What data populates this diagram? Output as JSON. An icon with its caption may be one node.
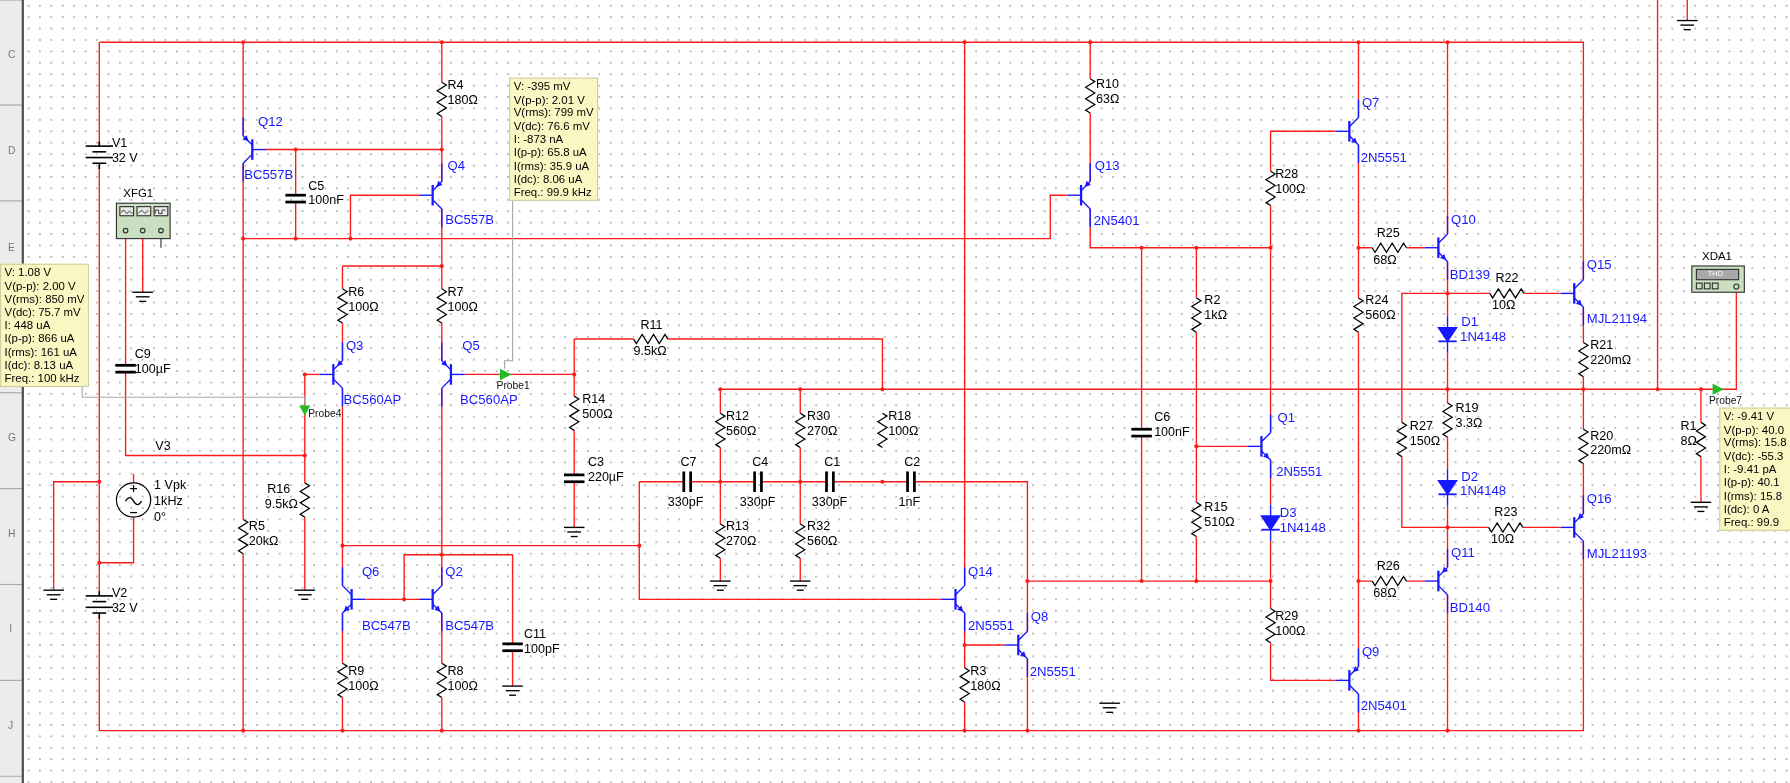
{
  "diagram": {
    "nodes": [
      {
        "text": [
          "V: 1.08 V",
          "V(p-p): 2.00 V",
          "V(rms): 850 mV",
          "V(dc): 75.7 mV",
          "I: 448 uA",
          "I(p-p): 866 uA",
          "I(rms): 161 uA",
          "I(dc): 8.13 uA",
          "Freq.: 100 kHz"
        ]
      },
      {
        "text": [
          "Probe4"
        ]
      },
      {
        "text": [
          "V: -395 mV",
          "V(p-p): 2.01 V",
          "V(rms): 799 mV",
          "V(dc): 76.6 mV",
          "I: -873 nA",
          "I(p-p): 65.8 uA",
          "I(rms): 35.9 uA",
          "I(dc): 8.06 uA",
          "Freq.: 99.9 kHz"
        ]
      },
      {
        "text": [
          "Probe1"
        ]
      },
      {
        "text": [
          "Probe7"
        ]
      },
      {
        "text": [
          "V: -9.41 V",
          "V(p-p): 40.0",
          "V(rms): 15.8",
          "V(dc): -55.3",
          "I: -9.41 pA",
          "I(p-p): 40.1",
          "I(rms): 15.8",
          "I(dc): 0 A",
          "Freq.: 99.9"
        ]
      }
    ],
    "edges": [
      {
        "from": 0,
        "to": 1,
        "arrow": "none"
      },
      {
        "from": 2,
        "to": 3,
        "arrow": "none"
      }
    ],
    "labels": [
      "C",
      "D",
      "E",
      "G",
      "H",
      "I",
      "J",
      "XFG1",
      "V1",
      "32 V",
      "C9",
      "100µF",
      "V3",
      "1 Vpk",
      "1kHz",
      "0°",
      "V2",
      "32 V",
      "Q12",
      "BC557B",
      "C5",
      "100nF",
      "R4",
      "180Ω",
      "Q4",
      "BC557B",
      "R6",
      "100Ω",
      "R7",
      "100Ω",
      "Q3",
      "BC560AP",
      "Q5",
      "BC560AP",
      "R16",
      "9.5kΩ",
      "R5",
      "20kΩ",
      "Q6",
      "BC547B",
      "Q2",
      "BC547B",
      "C11",
      "100pF",
      "R9",
      "100Ω",
      "R8",
      "100Ω",
      "R11",
      "9.5kΩ",
      "R14",
      "500Ω",
      "C3",
      "220µF",
      "R12",
      "560Ω",
      "R30",
      "270Ω",
      "R18",
      "100Ω",
      "C7",
      "C4",
      "C1",
      "C2",
      "330pF",
      "330pF",
      "330pF",
      "1nF",
      "R13",
      "270Ω",
      "R32",
      "560Ω",
      "Q14",
      "2N5551",
      "Q8",
      "2N5551",
      "R3",
      "180Ω",
      "R10",
      "63Ω",
      "Q13",
      "2N5401",
      "C6",
      "100nF",
      "R2",
      "1kΩ",
      "R15",
      "510Ω",
      "R28",
      "100Ω",
      "Q1",
      "2N5551",
      "D3",
      "1N4148",
      "R29",
      "100Ω",
      "Q7",
      "2N5551",
      "R25",
      "68Ω",
      "Q10",
      "BD139",
      "R22",
      "10Ω",
      "R24",
      "560Ω",
      "Q15",
      "MJL21194",
      "D1",
      "1N4148",
      "R21",
      "220mΩ",
      "R19",
      "3.3Ω",
      "R27",
      "150Ω",
      "R20",
      "220mΩ",
      "R1",
      "8Ω",
      "D2",
      "1N4148",
      "R23",
      "10Ω",
      "Q16",
      "MJL21193",
      "R26",
      "68Ω",
      "Q11",
      "BD140",
      "Q9",
      "2N5401",
      "XDA1",
      "THD"
    ]
  }
}
